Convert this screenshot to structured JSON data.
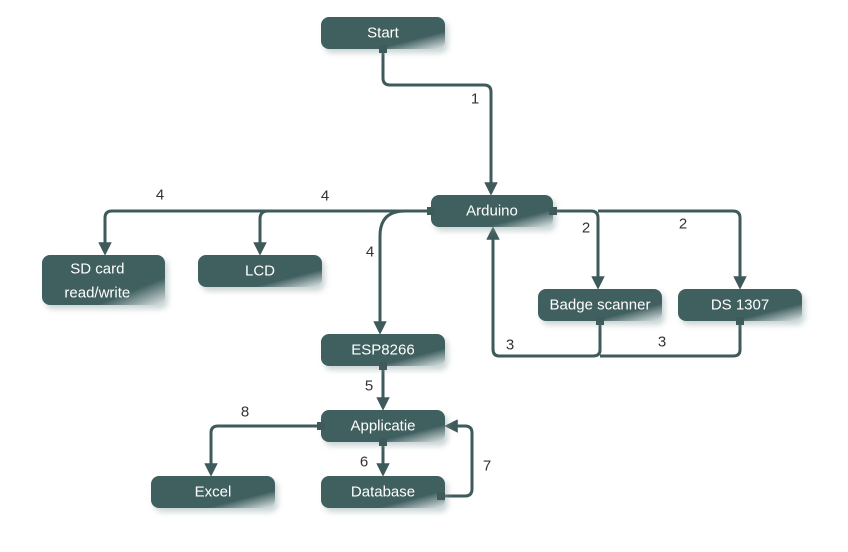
{
  "colors": {
    "node": "#3f5e5f",
    "node_light": "#dfe7e7",
    "edge": "#3f5a5b"
  },
  "nodes": [
    {
      "id": "start",
      "label": "Start"
    },
    {
      "id": "arduino",
      "label": "Arduino"
    },
    {
      "id": "sdcard",
      "label": "SD card",
      "label2": "read/write"
    },
    {
      "id": "lcd",
      "label": "LCD"
    },
    {
      "id": "esp",
      "label": "ESP8266"
    },
    {
      "id": "badge",
      "label": "Badge scanner"
    },
    {
      "id": "ds",
      "label": "DS 1307"
    },
    {
      "id": "app",
      "label": "Applicatie"
    },
    {
      "id": "excel",
      "label": "Excel"
    },
    {
      "id": "db",
      "label": "Database"
    }
  ],
  "edges": [
    {
      "id": "start-arduino",
      "label": "1"
    },
    {
      "id": "arduino-sd",
      "label": "4"
    },
    {
      "id": "arduino-lcd",
      "label": "4"
    },
    {
      "id": "arduino-esp",
      "label": "4"
    },
    {
      "id": "arduino-badge",
      "label": "2"
    },
    {
      "id": "arduino-ds",
      "label": "2"
    },
    {
      "id": "badge-arduino",
      "label": "3"
    },
    {
      "id": "ds-arduino",
      "label": "3"
    },
    {
      "id": "esp-app",
      "label": "5"
    },
    {
      "id": "app-excel",
      "label": "8"
    },
    {
      "id": "app-db",
      "label": "6"
    },
    {
      "id": "db-app",
      "label": "7"
    }
  ]
}
